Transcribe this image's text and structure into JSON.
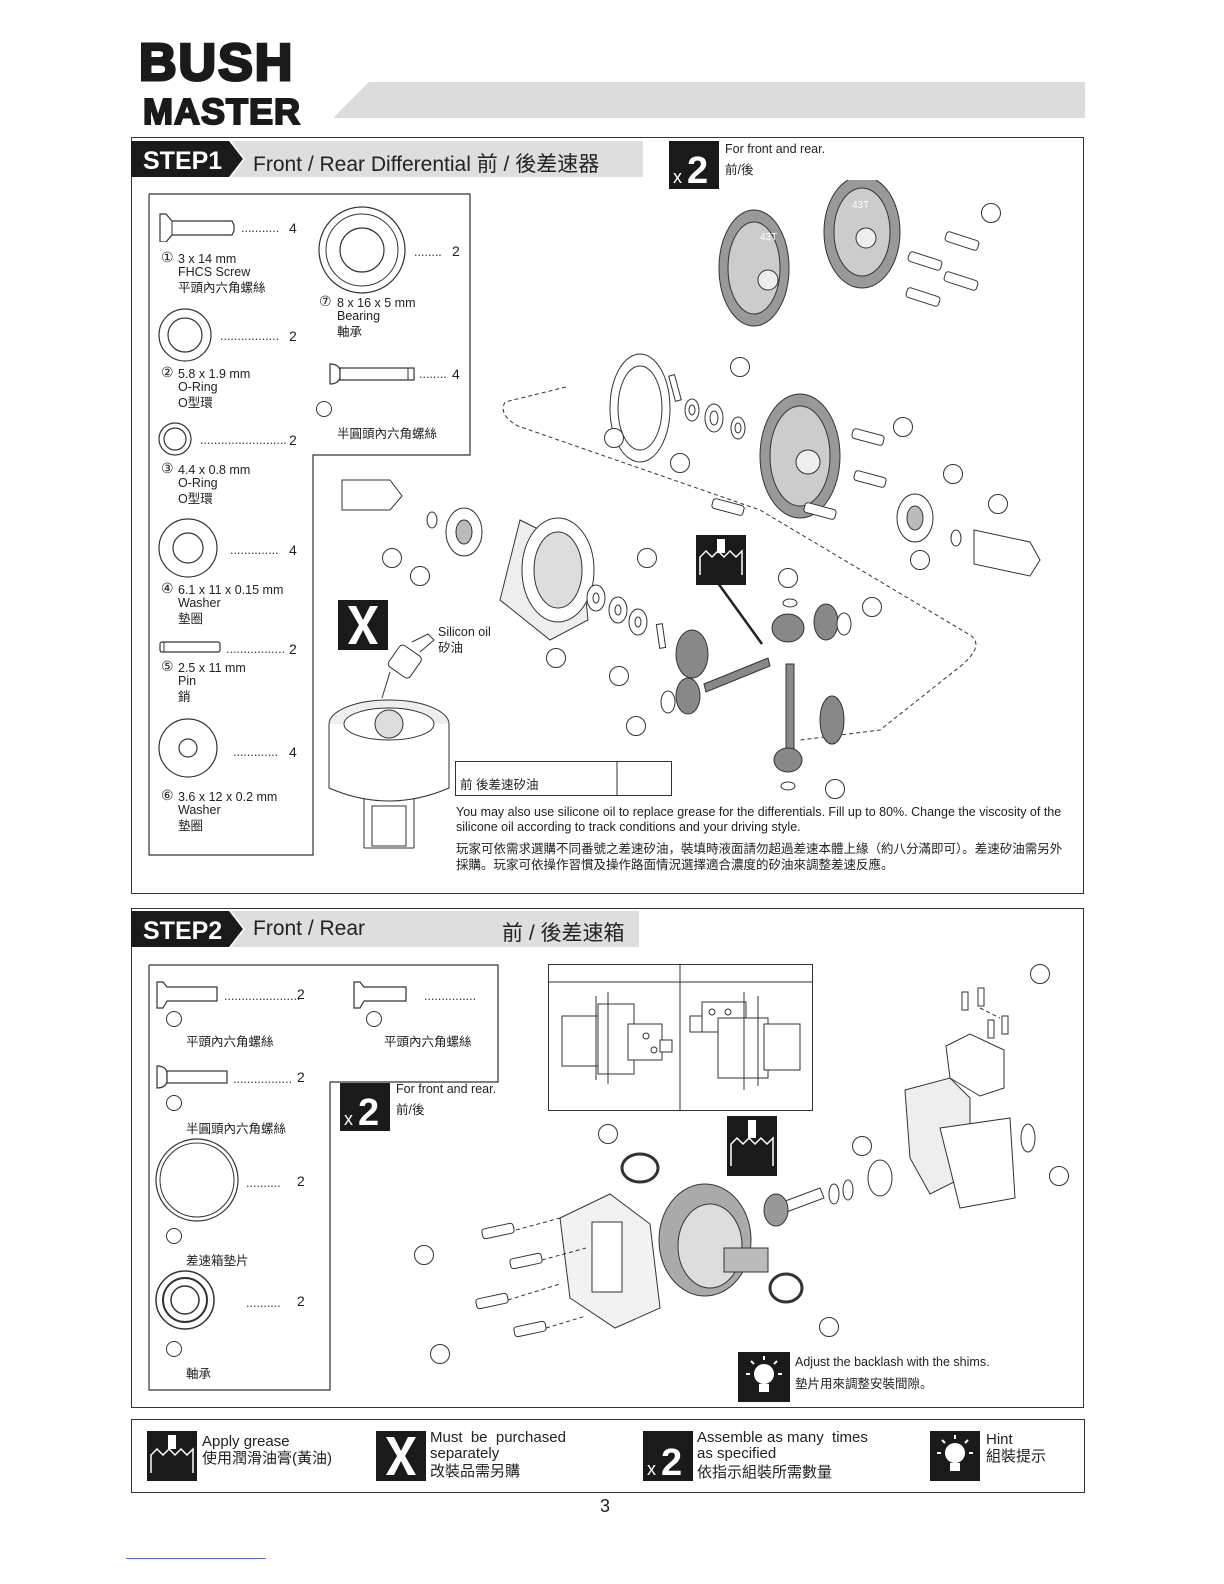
{
  "brand": {
    "line1": "BUSH",
    "line2": "MASTER"
  },
  "step1": {
    "tag": "STEP1",
    "title": "Front / Rear Differential 前 / 後差速器",
    "mult_badge": {
      "x": "x",
      "n": "2"
    },
    "mult_text_en": "For front and rear.",
    "mult_text_zh": "前/後",
    "parts": [
      {
        "num": "①",
        "size": "3 x 14 mm",
        "name_en": "FHCS Screw",
        "name_zh": "平頭內六角螺絲",
        "qty": "4"
      },
      {
        "num": "②",
        "size": "5.8 x 1.9 mm",
        "name_en": "O-Ring",
        "name_zh": "O型環",
        "qty": "2"
      },
      {
        "num": "③",
        "size": "4.4 x 0.8 mm",
        "name_en": "O-Ring",
        "name_zh": "O型環",
        "qty": "2"
      },
      {
        "num": "④",
        "size": "6.1 x 11 x 0.15 mm",
        "name_en": "Washer",
        "name_zh": "墊圈",
        "qty": "4"
      },
      {
        "num": "⑤",
        "size": "2.5 x 11 mm",
        "name_en": "Pin",
        "name_zh": "銷",
        "qty": "2"
      },
      {
        "num": "⑥",
        "size": "3.6 x 12 x 0.2 mm",
        "name_en": "Washer",
        "name_zh": "墊圈",
        "qty": "4"
      },
      {
        "num": "⑦",
        "size": "8 x 16 x 5 mm",
        "name_en": "Bearing",
        "name_zh": "軸承",
        "qty": "2"
      }
    ],
    "button_screw": {
      "name_zh": "半圓頭內六角螺絲",
      "qty": "4"
    },
    "silicon_oil": {
      "en": "Silicon oil",
      "zh": "矽油"
    },
    "oil_table_label": "前  後差速矽油",
    "note_en": "You may also use silicone oil to replace grease for the differentials. Fill up to 80%. Change the viscosity of the silicone oil according to track conditions and your driving style.",
    "note_zh": "玩家可依需求選購不同番號之差速矽油，裝填時液面請勿超過差速本體上緣（約八分滿即可）。差速矽油需另外採購。玩家可依操作習慣及操作路面情況選擇適合濃度的矽油來調整差速反應。",
    "gear_label": "43T"
  },
  "step2": {
    "tag": "STEP2",
    "title_en": "Front / Rear",
    "title_zh": "前 / 後差速箱",
    "mult_badge": {
      "x": "x",
      "n": "2"
    },
    "mult_text_en": "For front and rear.",
    "mult_text_zh": "前/後",
    "parts": [
      {
        "name_zh": "平頭內六角螺絲",
        "qty": "2"
      },
      {
        "name_zh": "平頭內六角螺絲",
        "qty": ""
      },
      {
        "name_zh": "半圓頭內六角螺絲",
        "qty": "2"
      },
      {
        "name_zh": "差速箱墊片",
        "qty": "2"
      },
      {
        "name_zh": "軸承",
        "qty": "2"
      }
    ],
    "hint_en": "Adjust the backlash with the shims.",
    "hint_zh": "墊片用來調整安裝間隙。"
  },
  "legend": [
    {
      "icon": "grease-icon",
      "en": "Apply grease",
      "zh": "使用潤滑油膏(黃油)"
    },
    {
      "icon": "x-icon",
      "en": "Must  be  purchased separately",
      "zh": "改裝品需另購"
    },
    {
      "icon": "x2-icon",
      "en": "Assemble as many  times as specified",
      "zh": "依指示組裝所需數量"
    },
    {
      "icon": "bulb-icon",
      "en": "Hint",
      "zh": "組裝提示"
    }
  ],
  "page_number": "3"
}
